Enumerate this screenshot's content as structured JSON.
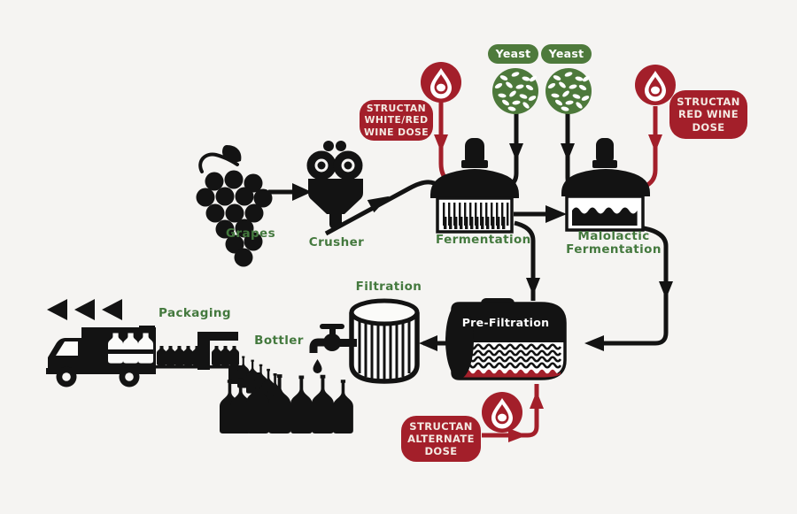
{
  "title": "Wine making process diagram with Structan dosing points",
  "colors": {
    "accent_red": "#A31F2A",
    "badge_green": "#4E7A3C",
    "label_green": "#44793E",
    "silhouette_black": "#131313",
    "background": "#F5F4F2"
  },
  "labels": {
    "grapes": "Grapes",
    "crusher": "Crusher",
    "fermentation": "Fermentation",
    "malolactic": "Malolactic Fermentation",
    "pre_filtration": "Pre-Filtration",
    "filtration": "Filtration",
    "bottler": "Bottler",
    "packaging": "Packaging"
  },
  "badges": {
    "yeast_left": "Yeast",
    "yeast_right": "Yeast",
    "white_red": {
      "lines": [
        "STRUCTAN",
        "WHITE/RED",
        "WINE DOSE"
      ]
    },
    "red_wine": {
      "lines": [
        "STRUCTAN",
        "RED WINE",
        "DOSE"
      ]
    },
    "alternate": {
      "lines": [
        "STRUCTAN",
        "ALTERNATE",
        "DOSE"
      ]
    }
  },
  "icons": {
    "dose_drop": "wine-drop-in-circle-icon",
    "yeast_ball": "yeast-cells-ball-icon",
    "grapes": "grape-bunch-icon",
    "crusher": "crusher-machine-icon",
    "fermentation_tank": "fermentation-tank-icon",
    "malolactic_tank": "malolactic-tank-icon",
    "pre_filtration_tank": "horizontal-tank-icon",
    "filtration_column": "filter-column-icon",
    "faucet": "faucet-icon",
    "bottles": "wine-bottles-row-icon",
    "conveyor": "bottling-conveyor-icon",
    "truck": "delivery-truck-icon",
    "rewind_arrows": "triple-left-arrows-icon"
  }
}
